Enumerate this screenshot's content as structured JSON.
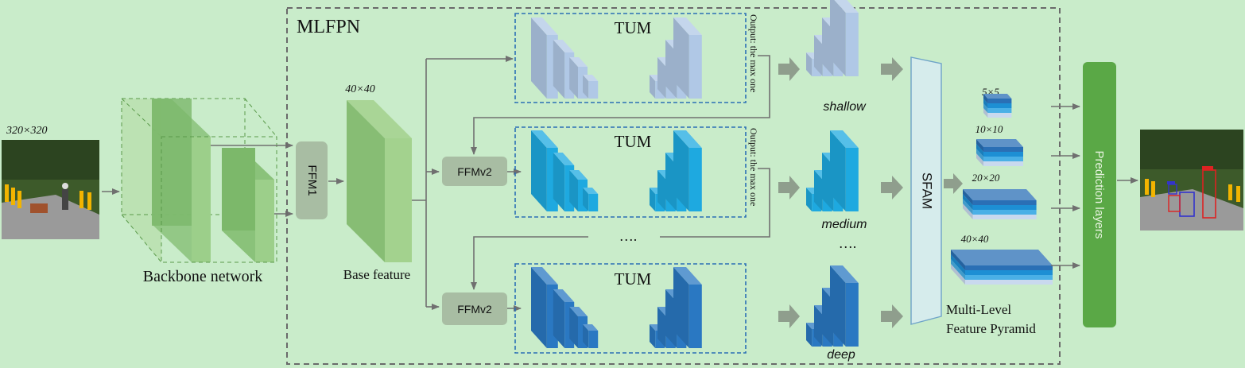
{
  "input_image": {
    "size_label": "320×320"
  },
  "backbone": {
    "label": "Backbone network"
  },
  "ffm1": {
    "label": "FFM1"
  },
  "base_feature": {
    "size_label": "40×40",
    "label": "Base feature"
  },
  "mlfpn": {
    "title": "MLFPN"
  },
  "tums": [
    {
      "label": "TUM",
      "output_note": "Output: the max one"
    },
    {
      "label": "TUM",
      "output_note": "Output: the max one"
    },
    {
      "label": "TUM"
    }
  ],
  "ffmv2_labels": [
    "FFMv2",
    "FFMv2"
  ],
  "middle_ellipsis": "….",
  "outputs": {
    "shallow": "shallow",
    "medium": "medium",
    "deep": "deep",
    "ellipsis": "…."
  },
  "sfam": {
    "label": "SFAM"
  },
  "pyramid": {
    "levels": [
      "5×5",
      "10×10",
      "20×20",
      "40×40"
    ],
    "label_line1": "Multi-Level",
    "label_line2": "Feature Pyramid"
  },
  "prediction": {
    "label": "Prediction layers"
  },
  "colors": {
    "background": "#c9ecca",
    "shallow": "#b0c8e6",
    "medium": "#1ea9e0",
    "deep": "#2a78c2",
    "prediction": "#5aa846",
    "green_block": "#9fd08a"
  }
}
